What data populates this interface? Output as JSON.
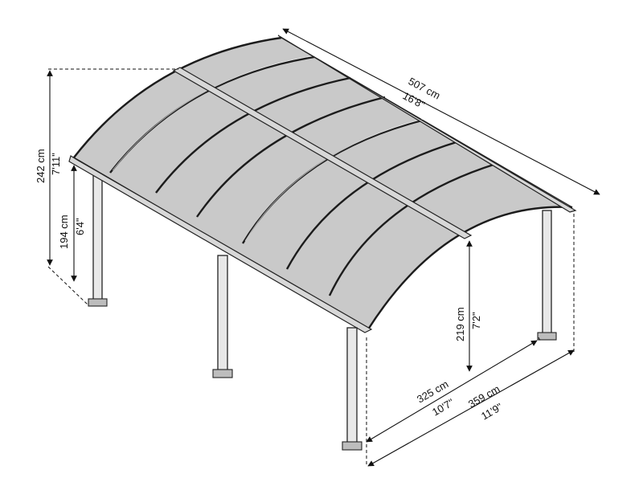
{
  "dimensions": {
    "length_cm": "507 cm",
    "length_ft": "16'8\"",
    "total_height_cm": "242 cm",
    "total_height_ft": "7'11\"",
    "side_height_cm": "194 cm",
    "side_height_ft": "6'4\"",
    "clearance_cm": "219 cm",
    "clearance_ft": "7'2\"",
    "inner_width_cm": "325 cm",
    "inner_width_ft": "10'7\"",
    "outer_width_cm": "359 cm",
    "outer_width_ft": "11'9\""
  }
}
